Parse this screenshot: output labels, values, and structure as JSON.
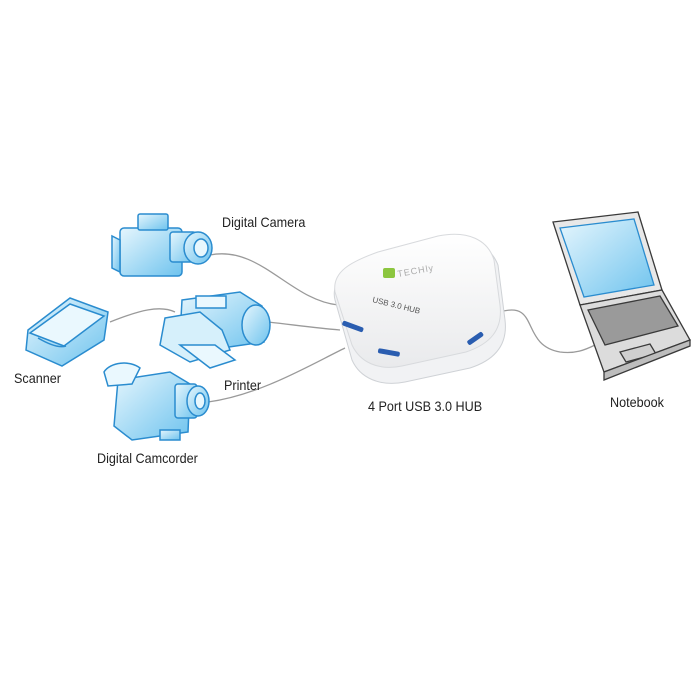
{
  "labels": {
    "camera": "Digital Camera",
    "scanner": "Scanner",
    "printer": "Printer",
    "camcorder": "Digital Camcorder",
    "hub": "4 Port USB 3.0 HUB",
    "notebook": "Notebook"
  },
  "hub_device": {
    "brand": "TECHly",
    "print": "USB 3.0 HUB"
  },
  "colors": {
    "device_fill": "#bfe6f7",
    "device_stroke": "#2a8ccf",
    "brand_green": "#8cc63f",
    "cable": "#999999"
  }
}
